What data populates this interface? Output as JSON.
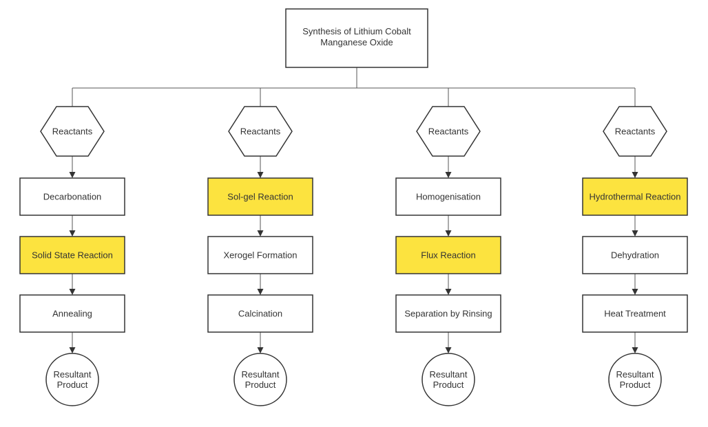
{
  "colors": {
    "highlight": "#FCE33F",
    "plain": "#FFFFFF",
    "stroke": "#333333",
    "text": "#333333"
  },
  "root": {
    "lines": [
      "Synthesis of Lithium Cobalt",
      "Manganese Oxide"
    ]
  },
  "columns": [
    {
      "reactants": "Reactants",
      "steps": [
        {
          "label": "Decarbonation",
          "highlight": false
        },
        {
          "label": "Solid State Reaction",
          "highlight": true
        },
        {
          "label": "Annealing",
          "highlight": false
        }
      ],
      "product": [
        "Resultant",
        "Product"
      ]
    },
    {
      "reactants": "Reactants",
      "steps": [
        {
          "label": "Sol-gel Reaction",
          "highlight": true
        },
        {
          "label": "Xerogel Formation",
          "highlight": false
        },
        {
          "label": "Calcination",
          "highlight": false
        }
      ],
      "product": [
        "Resultant",
        "Product"
      ]
    },
    {
      "reactants": "Reactants",
      "steps": [
        {
          "label": "Homogenisation",
          "highlight": false
        },
        {
          "label": "Flux Reaction",
          "highlight": true
        },
        {
          "label": "Separation by Rinsing",
          "highlight": false
        }
      ],
      "product": [
        "Resultant",
        "Product"
      ]
    },
    {
      "reactants": "Reactants",
      "steps": [
        {
          "label": "Hydrothermal Reaction",
          "highlight": true
        },
        {
          "label": "Dehydration",
          "highlight": false
        },
        {
          "label": "Heat Treatment",
          "highlight": false
        }
      ],
      "product": [
        "Resultant",
        "Product"
      ]
    }
  ]
}
